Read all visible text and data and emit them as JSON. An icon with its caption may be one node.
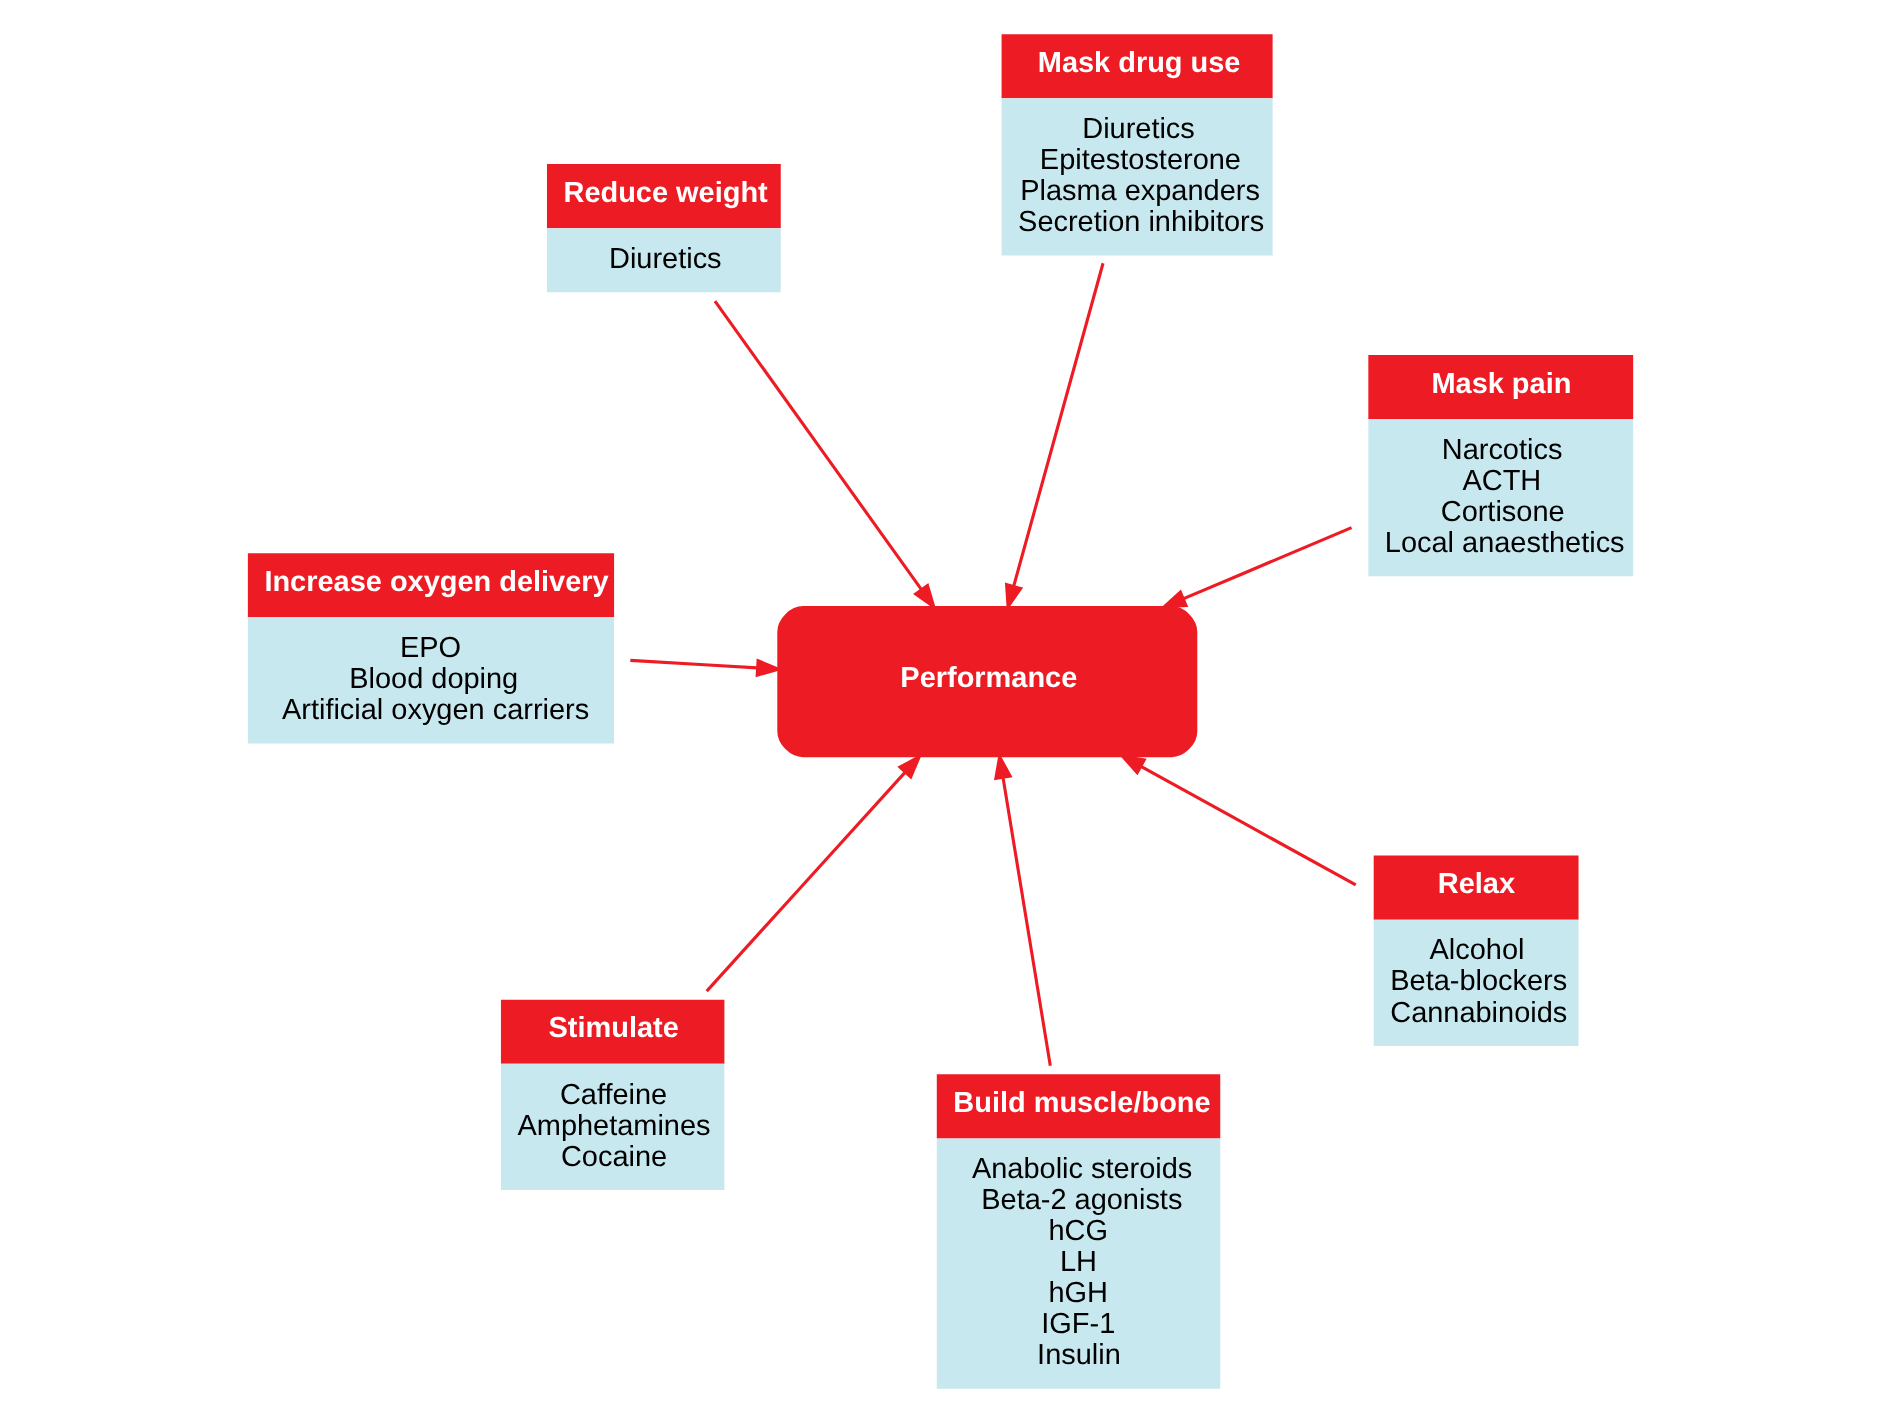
{
  "diagram": {
    "nodes": [
      {
        "text": [
          "Increase oxygen delivery",
          "EPO",
          "Blood doping",
          "Artificial oxygen carriers"
        ]
      },
      {
        "text": [
          "Mask pain",
          "Narcotics",
          "ACTH",
          "Cortisone",
          "Local anaesthetics"
        ]
      },
      {
        "text": [
          "Build muscle/bone",
          "Anabolic steroids",
          "Beta-2 agonists",
          "hCG",
          "LH",
          "hGH",
          "IGF-1",
          "Insulin"
        ]
      },
      {
        "text": [
          "Mask drug use",
          "Diuretics",
          "Epitestosterone",
          "Plasma expanders",
          "Secretion inhibitors"
        ]
      },
      {
        "text": [
          "Performance"
        ]
      },
      {
        "text": [
          "Reduce weight",
          "Diuretics"
        ]
      },
      {
        "text": [
          "Stimulate",
          "Caffeine",
          "Amphetamines",
          "Cocaine"
        ]
      },
      {
        "text": [
          "Relax",
          "Alcohol",
          "Beta-blockers",
          "Cannabinoids"
        ]
      }
    ],
    "edges": [
      {
        "from": 0,
        "to": 4,
        "arrow": "to"
      },
      {
        "from": 1,
        "to": 4,
        "arrow": "to"
      },
      {
        "from": 2,
        "to": 4,
        "arrow": "to"
      },
      {
        "from": 3,
        "to": 4,
        "arrow": "to"
      },
      {
        "from": 5,
        "to": 4,
        "arrow": "to"
      },
      {
        "from": 6,
        "to": 4,
        "arrow": "to"
      },
      {
        "from": 7,
        "to": 4,
        "arrow": "to"
      }
    ]
  }
}
